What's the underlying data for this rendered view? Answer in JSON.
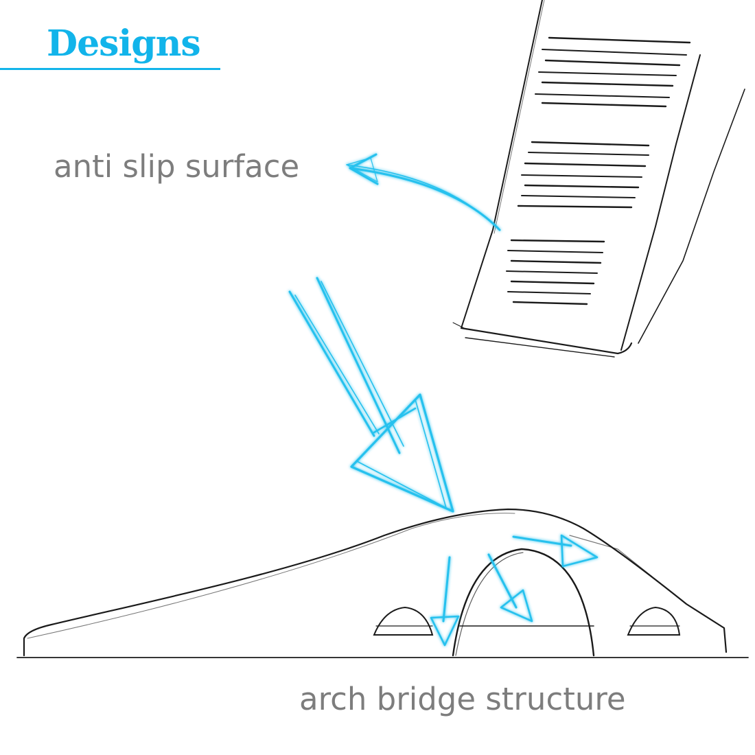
{
  "title": "Designs",
  "labels": {
    "anti_slip": "anti slip surface",
    "arch_bridge": "arch bridge structure"
  },
  "colors": {
    "accent": "#12b4ea",
    "label_text": "#7d7d7d",
    "sketch_line": "#1a1a1a"
  }
}
